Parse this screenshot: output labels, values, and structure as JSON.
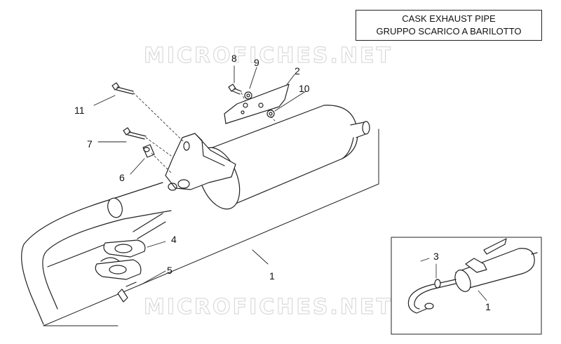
{
  "title": {
    "line1": "CASK EXHAUST PIPE",
    "line2": "GRUPPO SCARICO A BARILOTTO"
  },
  "watermark": "MICROFICHES.NET",
  "callouts": {
    "n1_main": "1",
    "n2": "2",
    "n4": "4",
    "n5": "5",
    "n6": "6",
    "n7": "7",
    "n8": "8",
    "n9": "9",
    "n10": "10",
    "n11": "11",
    "n3_inset": "3",
    "n1_inset": "1"
  }
}
